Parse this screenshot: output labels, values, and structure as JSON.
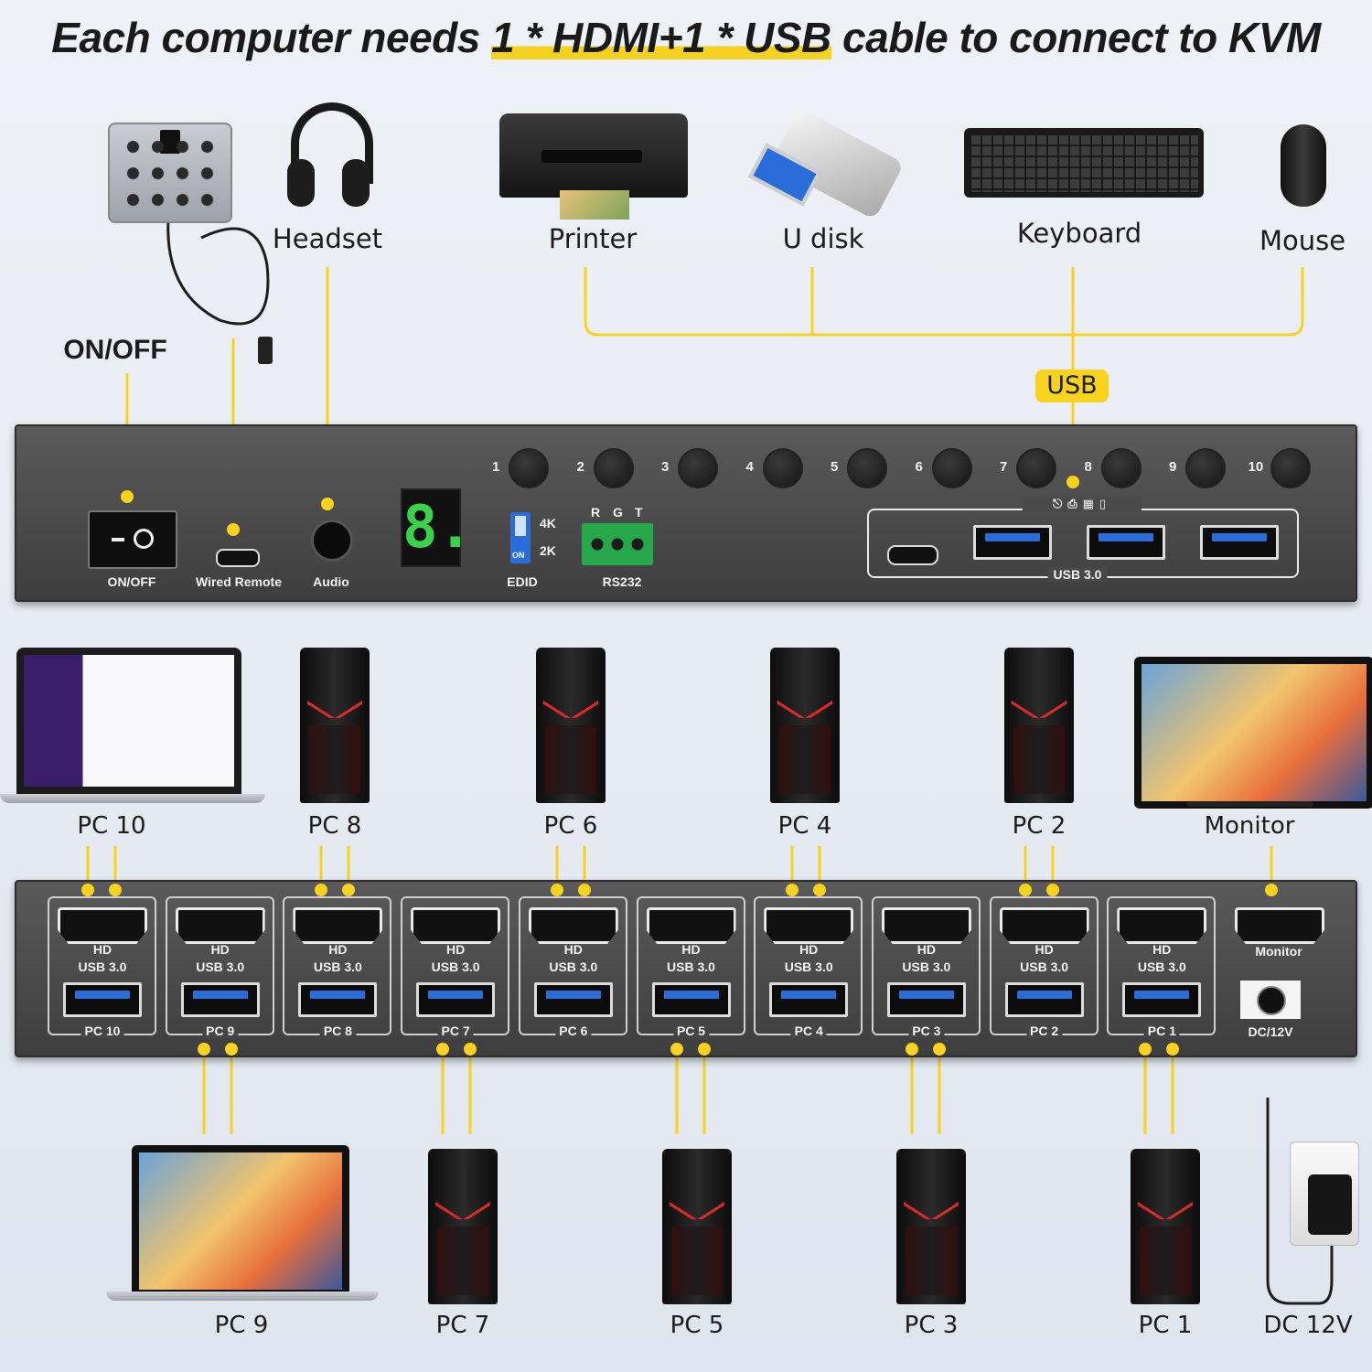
{
  "title": {
    "prefix": "Each computer needs ",
    "highlight": "1 * HDMI+1 * USB",
    "suffix": " cable to connect to KVM"
  },
  "peripherals": {
    "headset": "Headset",
    "printer": "Printer",
    "udisk": "U disk",
    "keyboard": "Keyboard",
    "mouse": "Mouse",
    "usb_tag": "USB",
    "on_off": "ON/OFF"
  },
  "front_panel": {
    "on_off": "ON/OFF",
    "wired_remote": "Wired Remote",
    "audio": "Audio",
    "display_digit": "8.",
    "edid_4k": "4K",
    "edid_2k": "2K",
    "edid_on": "ON",
    "edid": "EDID",
    "rs232_pins": [
      "R",
      "G",
      "T"
    ],
    "rs232": "RS232",
    "usb30": "USB 3.0",
    "buttons": [
      "1",
      "2",
      "3",
      "4",
      "5",
      "6",
      "7",
      "8",
      "9",
      "10"
    ]
  },
  "back_panel": {
    "hd": "HD",
    "usb30": "USB 3.0",
    "ports": [
      "PC 10",
      "PC 9",
      "PC 8",
      "PC 7",
      "PC 6",
      "PC 5",
      "PC 4",
      "PC 3",
      "PC 2",
      "PC 1"
    ],
    "monitor": "Monitor",
    "dc": "DC/12V"
  },
  "devices_top": {
    "pc10": "PC 10",
    "pc8": "PC 8",
    "pc6": "PC 6",
    "pc4": "PC 4",
    "pc2": "PC 2",
    "monitor": "Monitor"
  },
  "devices_bottom": {
    "pc9": "PC 9",
    "pc7": "PC 7",
    "pc5": "PC 5",
    "pc3": "PC 3",
    "pc1": "PC 1",
    "dc": "DC 12V"
  },
  "colors": {
    "accent": "#f7d21e",
    "panel": "#4a4a4a",
    "usb_blue": "#2a6cd8",
    "led_green": "#3ad24a"
  }
}
